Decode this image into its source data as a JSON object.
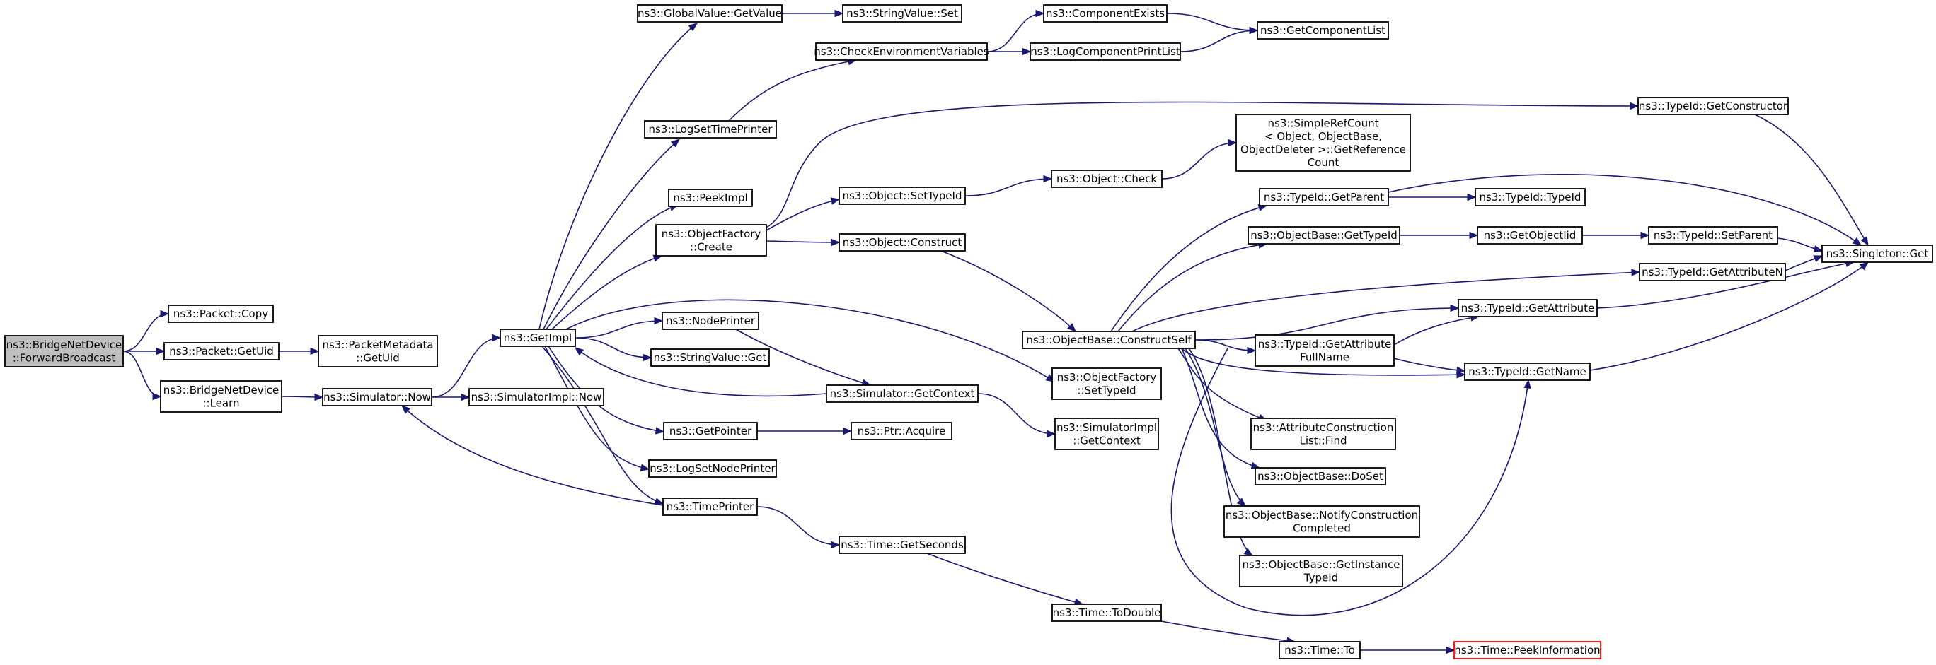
{
  "diagram": {
    "type": "call-graph",
    "nodes": [
      {
        "id": "root",
        "lines": [
          "ns3::BridgeNetDevice",
          "::ForwardBroadcast"
        ],
        "style": "root"
      },
      {
        "id": "packetCopy",
        "lines": [
          "ns3::Packet::Copy"
        ]
      },
      {
        "id": "packetGetUid",
        "lines": [
          "ns3::Packet::GetUid"
        ]
      },
      {
        "id": "bridgeLearn",
        "lines": [
          "ns3::BridgeNetDevice",
          "::Learn"
        ]
      },
      {
        "id": "pmGetUid",
        "lines": [
          "ns3::PacketMetadata",
          "::GetUid"
        ]
      },
      {
        "id": "simNow",
        "lines": [
          "ns3::Simulator::Now"
        ]
      },
      {
        "id": "getImpl",
        "lines": [
          "ns3::GetImpl"
        ]
      },
      {
        "id": "simImplNow",
        "lines": [
          "ns3::SimulatorImpl::Now"
        ]
      },
      {
        "id": "gvGetValue",
        "lines": [
          "ns3::GlobalValue::GetValue"
        ]
      },
      {
        "id": "svSet",
        "lines": [
          "ns3::StringValue::Set"
        ]
      },
      {
        "id": "checkEnv",
        "lines": [
          "ns3::CheckEnvironmentVariables"
        ]
      },
      {
        "id": "compExists",
        "lines": [
          "ns3::ComponentExists"
        ]
      },
      {
        "id": "getCompList",
        "lines": [
          "ns3::GetComponentList"
        ]
      },
      {
        "id": "logCompPrint",
        "lines": [
          "ns3::LogComponentPrintList"
        ]
      },
      {
        "id": "logSetTime",
        "lines": [
          "ns3::LogSetTimePrinter"
        ]
      },
      {
        "id": "peekImpl",
        "lines": [
          "ns3::PeekImpl"
        ]
      },
      {
        "id": "ofCreate",
        "lines": [
          "ns3::ObjectFactory",
          "::Create"
        ]
      },
      {
        "id": "objSetTypeId",
        "lines": [
          "ns3::Object::SetTypeId"
        ]
      },
      {
        "id": "objConstruct",
        "lines": [
          "ns3::Object::Construct"
        ]
      },
      {
        "id": "objCheck",
        "lines": [
          "ns3::Object::Check"
        ]
      },
      {
        "id": "simpleRef",
        "lines": [
          "ns3::SimpleRefCount",
          "< Object, ObjectBase,",
          "ObjectDeleter >::GetReference",
          "Count"
        ]
      },
      {
        "id": "tidGetCtor",
        "lines": [
          "ns3::TypeId::GetConstructor"
        ]
      },
      {
        "id": "tidGetParent",
        "lines": [
          "ns3::TypeId::GetParent"
        ]
      },
      {
        "id": "tidTypeId",
        "lines": [
          "ns3::TypeId::TypeId"
        ]
      },
      {
        "id": "obGetTypeId",
        "lines": [
          "ns3::ObjectBase::GetTypeId"
        ]
      },
      {
        "id": "getObjectIid",
        "lines": [
          "ns3::GetObjectIid"
        ]
      },
      {
        "id": "tidSetParent",
        "lines": [
          "ns3::TypeId::SetParent"
        ]
      },
      {
        "id": "singletonGet",
        "lines": [
          "ns3::Singleton::Get"
        ]
      },
      {
        "id": "tidGetAttrN",
        "lines": [
          "ns3::TypeId::GetAttributeN"
        ]
      },
      {
        "id": "tidGetAttr",
        "lines": [
          "ns3::TypeId::GetAttribute"
        ]
      },
      {
        "id": "obConstructSelf",
        "lines": [
          "ns3::ObjectBase::ConstructSelf"
        ]
      },
      {
        "id": "tidGetAttrFull",
        "lines": [
          "ns3::TypeId::GetAttribute",
          "FullName"
        ]
      },
      {
        "id": "tidGetName",
        "lines": [
          "ns3::TypeId::GetName"
        ]
      },
      {
        "id": "nodePrinter",
        "lines": [
          "ns3::NodePrinter"
        ]
      },
      {
        "id": "svGet",
        "lines": [
          "ns3::StringValue::Get"
        ]
      },
      {
        "id": "simGetContext",
        "lines": [
          "ns3::Simulator::GetContext"
        ]
      },
      {
        "id": "ofSetTypeId",
        "lines": [
          "ns3::ObjectFactory",
          "::SetTypeId"
        ]
      },
      {
        "id": "simImplGetContext",
        "lines": [
          "ns3::SimulatorImpl",
          "::GetContext"
        ]
      },
      {
        "id": "getPointer",
        "lines": [
          "ns3::GetPointer"
        ]
      },
      {
        "id": "ptrAcquire",
        "lines": [
          "ns3::Ptr::Acquire"
        ]
      },
      {
        "id": "logSetNode",
        "lines": [
          "ns3::LogSetNodePrinter"
        ]
      },
      {
        "id": "timePrinter",
        "lines": [
          "ns3::TimePrinter"
        ]
      },
      {
        "id": "timeGetSeconds",
        "lines": [
          "ns3::Time::GetSeconds"
        ]
      },
      {
        "id": "timeToDouble",
        "lines": [
          "ns3::Time::ToDouble"
        ]
      },
      {
        "id": "timeTo",
        "lines": [
          "ns3::Time::To"
        ]
      },
      {
        "id": "timePeekInfo",
        "lines": [
          "ns3::Time::PeekInformation"
        ],
        "style": "red"
      },
      {
        "id": "acFind",
        "lines": [
          "ns3::AttributeConstruction",
          "List::Find"
        ]
      },
      {
        "id": "obDoSet",
        "lines": [
          "ns3::ObjectBase::DoSet"
        ]
      },
      {
        "id": "obNotify",
        "lines": [
          "ns3::ObjectBase::NotifyConstruction",
          "Completed"
        ]
      },
      {
        "id": "obGetInstTid",
        "lines": [
          "ns3::ObjectBase::GetInstance",
          "TypeId"
        ]
      }
    ],
    "edges": [
      [
        "root",
        "packetCopy"
      ],
      [
        "root",
        "packetGetUid"
      ],
      [
        "root",
        "bridgeLearn"
      ],
      [
        "packetGetUid",
        "pmGetUid"
      ],
      [
        "bridgeLearn",
        "simNow"
      ],
      [
        "simNow",
        "getImpl"
      ],
      [
        "simNow",
        "simImplNow"
      ],
      [
        "getImpl",
        "gvGetValue"
      ],
      [
        "getImpl",
        "logSetTime"
      ],
      [
        "getImpl",
        "peekImpl"
      ],
      [
        "getImpl",
        "ofCreate"
      ],
      [
        "getImpl",
        "nodePrinter"
      ],
      [
        "getImpl",
        "svGet"
      ],
      [
        "getImpl",
        "ofSetTypeId"
      ],
      [
        "getImpl",
        "getPointer"
      ],
      [
        "getImpl",
        "logSetNode"
      ],
      [
        "getImpl",
        "timePrinter"
      ],
      [
        "gvGetValue",
        "svSet"
      ],
      [
        "logSetTime",
        "checkEnv"
      ],
      [
        "checkEnv",
        "compExists"
      ],
      [
        "checkEnv",
        "logCompPrint"
      ],
      [
        "compExists",
        "getCompList"
      ],
      [
        "logCompPrint",
        "getCompList"
      ],
      [
        "ofCreate",
        "tidGetCtor"
      ],
      [
        "ofCreate",
        "objSetTypeId"
      ],
      [
        "ofCreate",
        "objConstruct"
      ],
      [
        "objSetTypeId",
        "objCheck"
      ],
      [
        "objCheck",
        "simpleRef"
      ],
      [
        "objConstruct",
        "obConstructSelf"
      ],
      [
        "tidGetCtor",
        "singletonGet"
      ],
      [
        "obConstructSelf",
        "tidGetParent"
      ],
      [
        "obConstructSelf",
        "obGetTypeId"
      ],
      [
        "obConstructSelf",
        "tidGetAttrN"
      ],
      [
        "obConstructSelf",
        "tidGetAttr"
      ],
      [
        "obConstructSelf",
        "tidGetAttrFull"
      ],
      [
        "obConstructSelf",
        "tidGetName"
      ],
      [
        "obConstructSelf",
        "acFind"
      ],
      [
        "obConstructSelf",
        "obDoSet"
      ],
      [
        "obConstructSelf",
        "obNotify"
      ],
      [
        "obConstructSelf",
        "obGetInstTid"
      ],
      [
        "tidGetParent",
        "tidTypeId"
      ],
      [
        "tidGetParent",
        "singletonGet"
      ],
      [
        "obGetTypeId",
        "getObjectIid"
      ],
      [
        "getObjectIid",
        "tidSetParent"
      ],
      [
        "tidSetParent",
        "singletonGet"
      ],
      [
        "tidGetAttrN",
        "singletonGet"
      ],
      [
        "tidGetAttr",
        "singletonGet"
      ],
      [
        "tidGetAttrFull",
        "tidGetAttr"
      ],
      [
        "tidGetAttrFull",
        "tidGetName"
      ],
      [
        "tidGetName",
        "singletonGet"
      ],
      [
        "obGetInstTid",
        "tidGetName"
      ],
      [
        "nodePrinter",
        "simGetContext"
      ],
      [
        "simGetContext",
        "getImpl"
      ],
      [
        "simGetContext",
        "simImplGetContext"
      ],
      [
        "getPointer",
        "ptrAcquire"
      ],
      [
        "timePrinter",
        "simNow"
      ],
      [
        "timePrinter",
        "timeGetSeconds"
      ],
      [
        "timeGetSeconds",
        "timeToDouble"
      ],
      [
        "timeToDouble",
        "timeTo"
      ],
      [
        "timeTo",
        "timePeekInfo"
      ]
    ]
  },
  "colors": {
    "edge": "#191970",
    "node_border": "#000000",
    "root_fill": "#bfbfbf",
    "highlight_border": "#ff0000",
    "background": "#ffffff"
  }
}
